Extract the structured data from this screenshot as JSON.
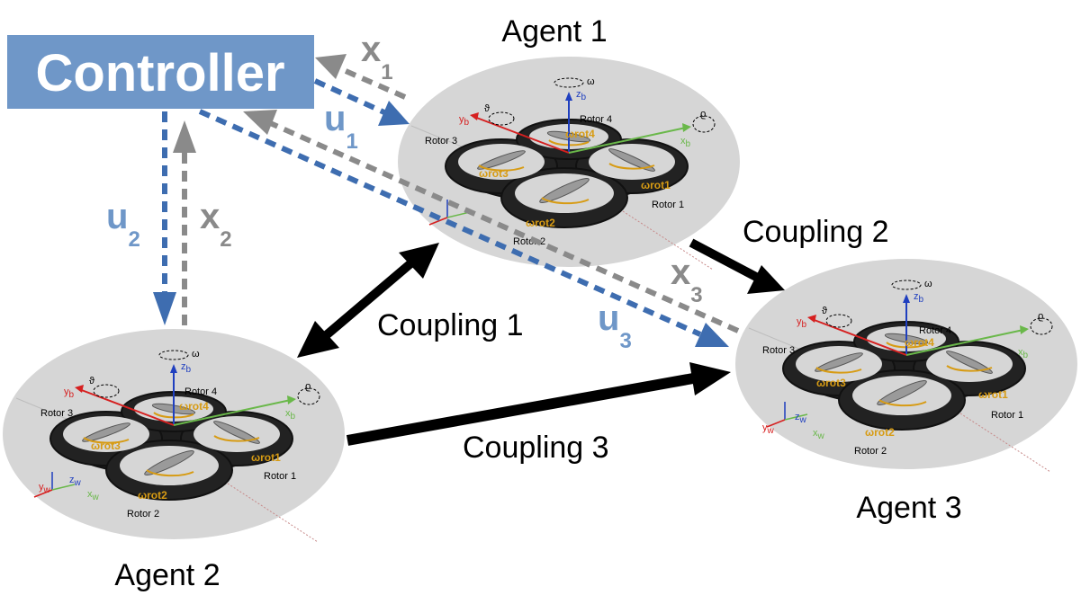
{
  "controller": {
    "label": "Controller",
    "color": "#6f97c8"
  },
  "signals": {
    "u1": {
      "main": "u",
      "sub": "1"
    },
    "x1": {
      "main": "x",
      "sub": "1"
    },
    "u2": {
      "main": "u",
      "sub": "2"
    },
    "x2": {
      "main": "x",
      "sub": "2"
    },
    "u3": {
      "main": "u",
      "sub": "3"
    },
    "x3": {
      "main": "x",
      "sub": "3"
    }
  },
  "couplings": {
    "c1": "Coupling 1",
    "c2": "Coupling 2",
    "c3": "Coupling 3"
  },
  "agents": [
    {
      "title": "Agent 1"
    },
    {
      "title": "Agent 2"
    },
    {
      "title": "Agent 3"
    }
  ],
  "drone": {
    "rotor1": "Rotor 1",
    "rotor2": "Rotor 2",
    "rotor3": "Rotor 3",
    "rotor4": "Rotor 4",
    "wrot1": "ωrot1",
    "wrot2": "ωrot2",
    "wrot3": "ωrot3",
    "wrot4": "ωrot4",
    "omega": "ω",
    "theta": "ϑ",
    "rho": "ϱ",
    "zb": "z",
    "yb": "y",
    "xb": "x",
    "b": "b",
    "zw": "z",
    "yw": "y",
    "xw": "x",
    "w": "w"
  },
  "colors": {
    "input_arrow": "#3e6db0",
    "state_arrow": "#8a8a8a",
    "coupling_arrow": "#000000",
    "agent_bg": "#d6d6d6",
    "controller_bg": "#6f97c8"
  }
}
